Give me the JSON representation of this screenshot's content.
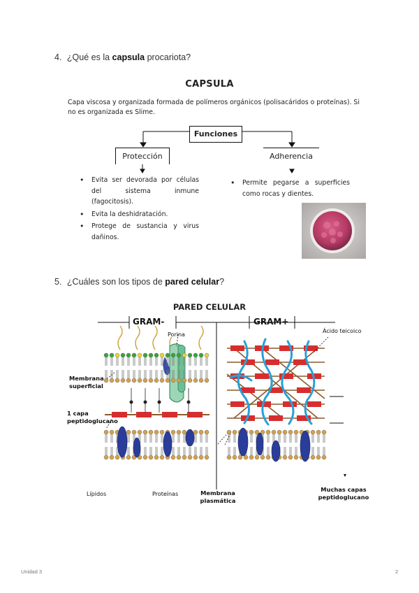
{
  "q4": {
    "number": "4.",
    "pre": "¿Qué es la ",
    "bold": "capsula",
    "post": " procariota?"
  },
  "capsula": {
    "title": "CAPSULA",
    "definition": "Capa viscosa y organizada formada de polímeros orgánicos (polisacáridos o proteínas). Si no es organizada es Slime.",
    "functions_label": "Funciones",
    "protection_label": "Protección",
    "adherence_label": "Adherencia",
    "protection_items": [
      "Evita ser devorada por células del sistema inmune (fagocitosis).",
      "Evita la deshidratación.",
      "Protege de sustancia y virus dañinos."
    ],
    "adherence_items": [
      "Permite pegarse a superficies como rocas y dientes."
    ]
  },
  "q5": {
    "number": "5.",
    "pre": "¿Cuáles son los tipos de ",
    "bold": "pared celular",
    "post": "?"
  },
  "pared": {
    "title": "PARED CELULAR",
    "gram_neg": "GRAM-",
    "gram_pos": "GRAM+",
    "labels": {
      "porina": "Porina",
      "acido": "Ácido teicoico",
      "membrana_sup": "Membrana superficial",
      "capa1": "1 capa peptidoglucano",
      "lipidos": "Lípidos",
      "proteinas": "Proteínas",
      "membrana_plas": "Membrana plasmática",
      "muchas": "Muchas capas peptidoglucano"
    }
  },
  "footer": {
    "left": "Unidad 3",
    "right": "2"
  }
}
